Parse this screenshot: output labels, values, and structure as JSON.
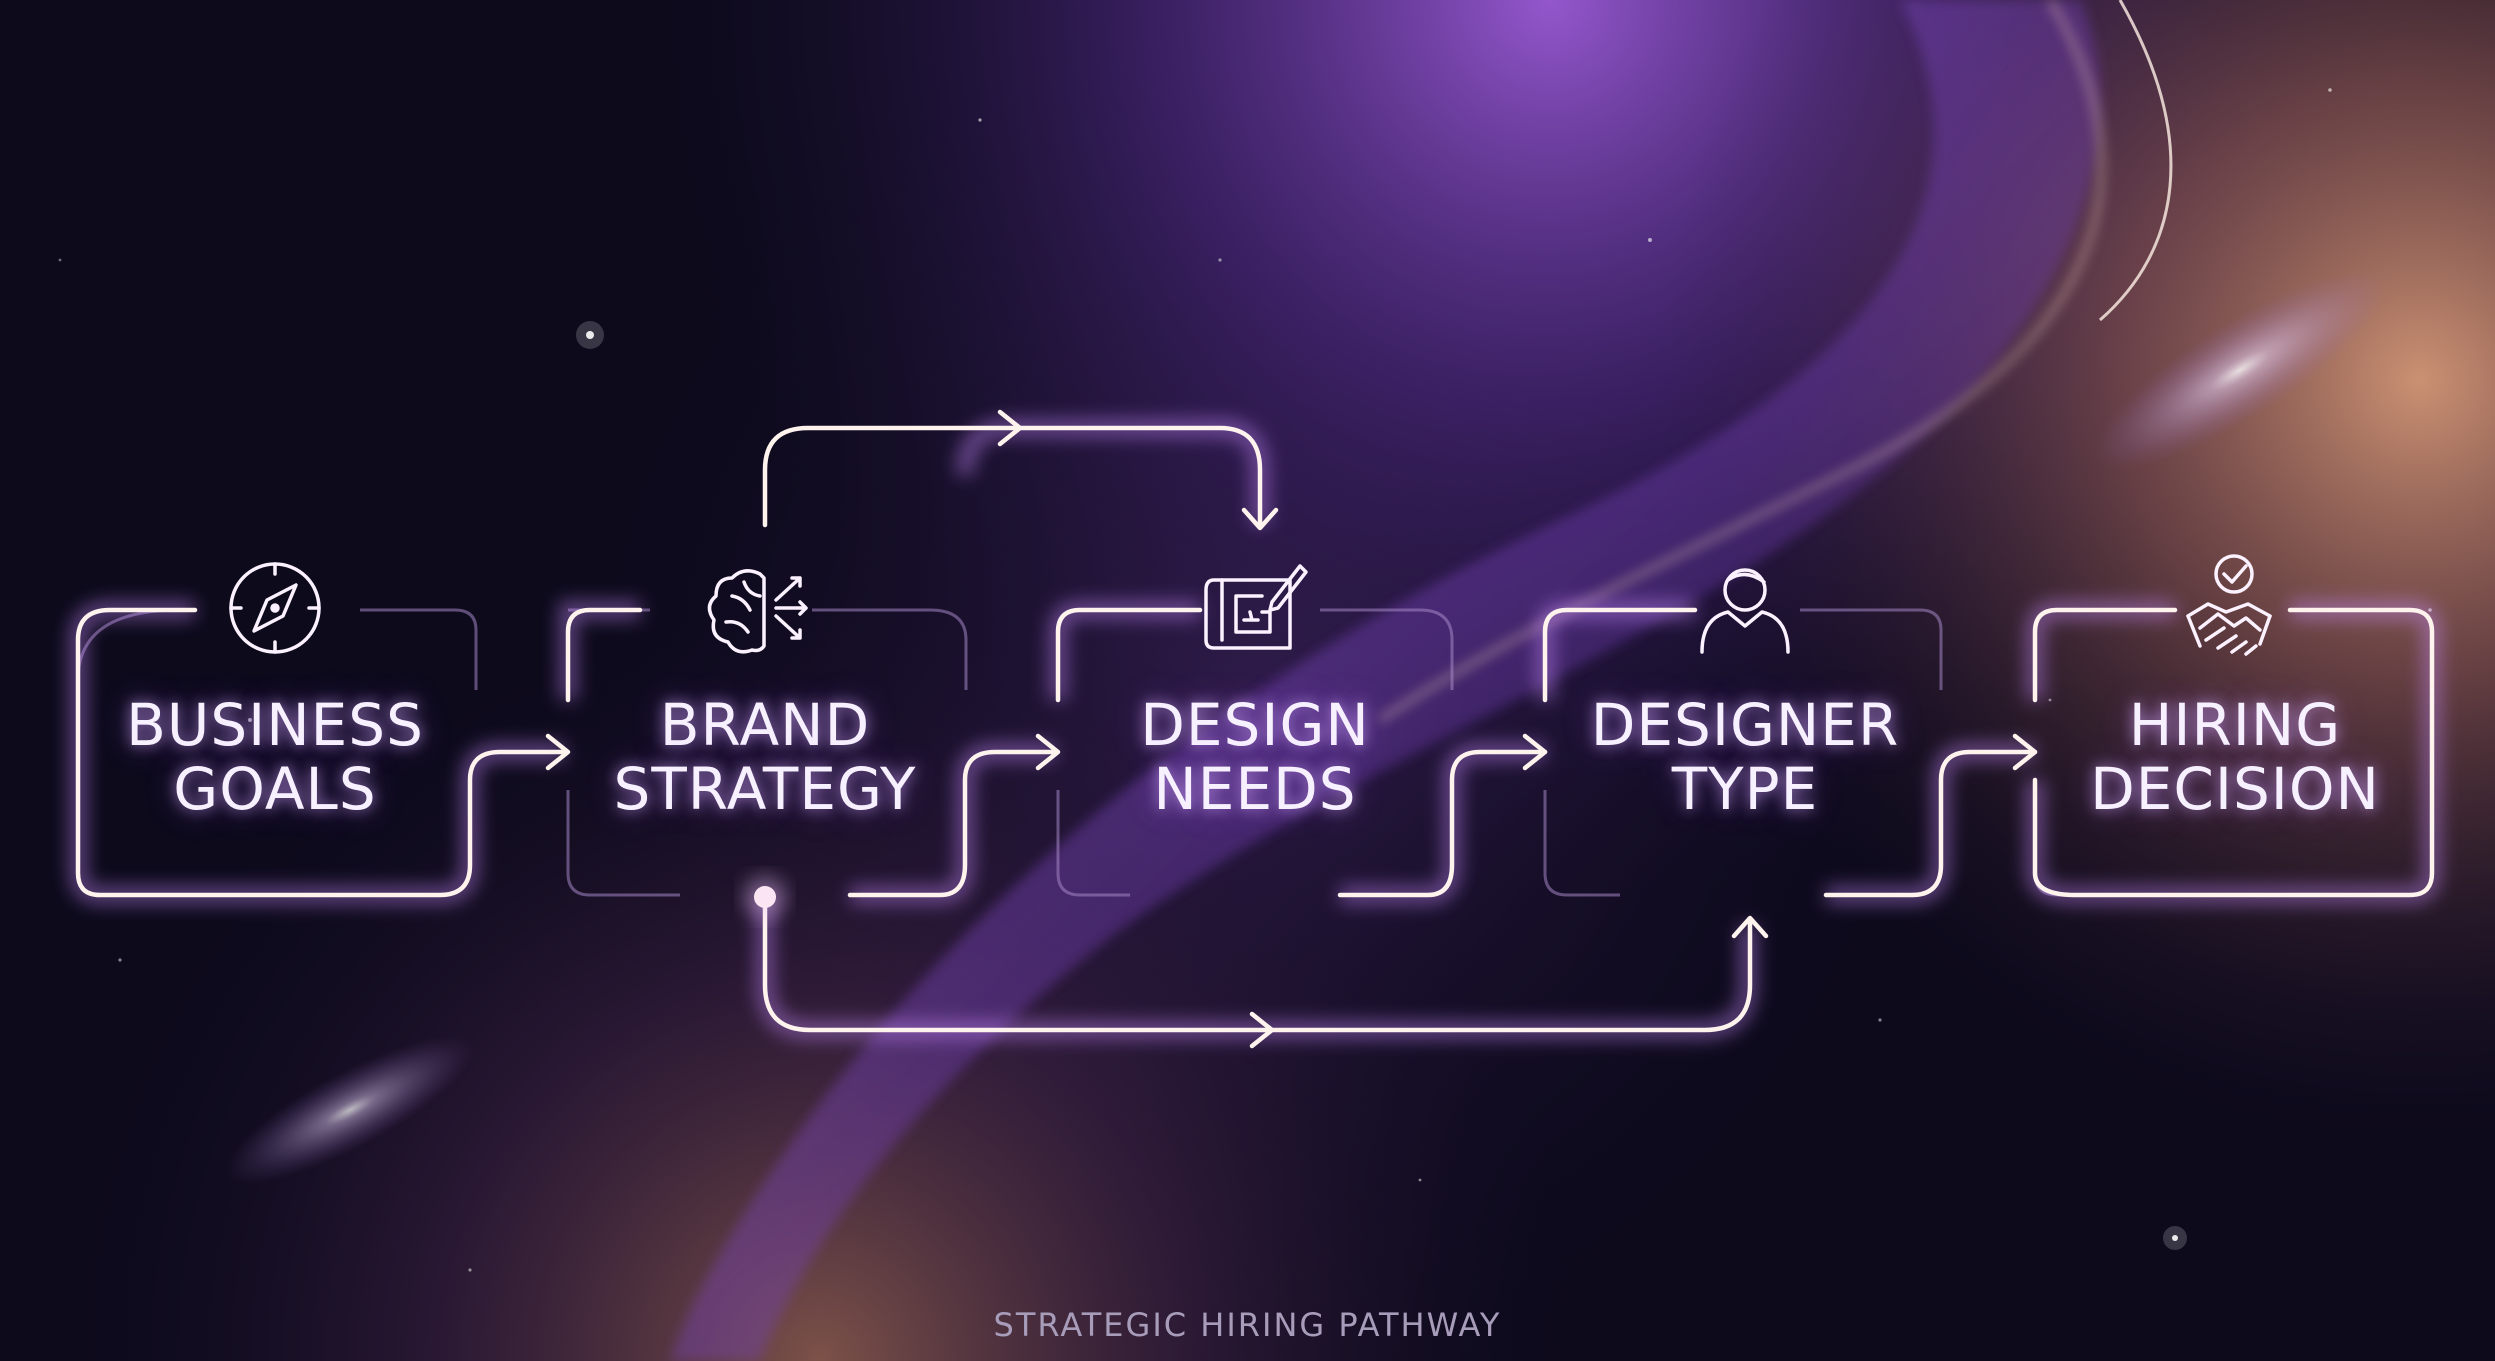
{
  "diagram": {
    "caption": "STRATEGIC HIRING PATHWAY",
    "colors": {
      "background": "#0d0a1c",
      "purple_glow": "#8a4fd0",
      "orange_glow": "#e8a27a",
      "line_light": "#fff3ee",
      "text": "#f7f0ff"
    },
    "steps": [
      {
        "icon": "compass-icon",
        "line1": "BUSINESS",
        "line2": "GOALS"
      },
      {
        "icon": "brain-network-icon",
        "line1": "BRAND",
        "line2": "STRATEGY"
      },
      {
        "icon": "blueprint-pencil-icon",
        "line1": "DESIGN",
        "line2": "NEEDS"
      },
      {
        "icon": "person-icon",
        "line1": "DESIGNER",
        "line2": "TYPE"
      },
      {
        "icon": "handshake-check-icon",
        "line1": "HIRING",
        "line2": "DECISION"
      }
    ]
  }
}
